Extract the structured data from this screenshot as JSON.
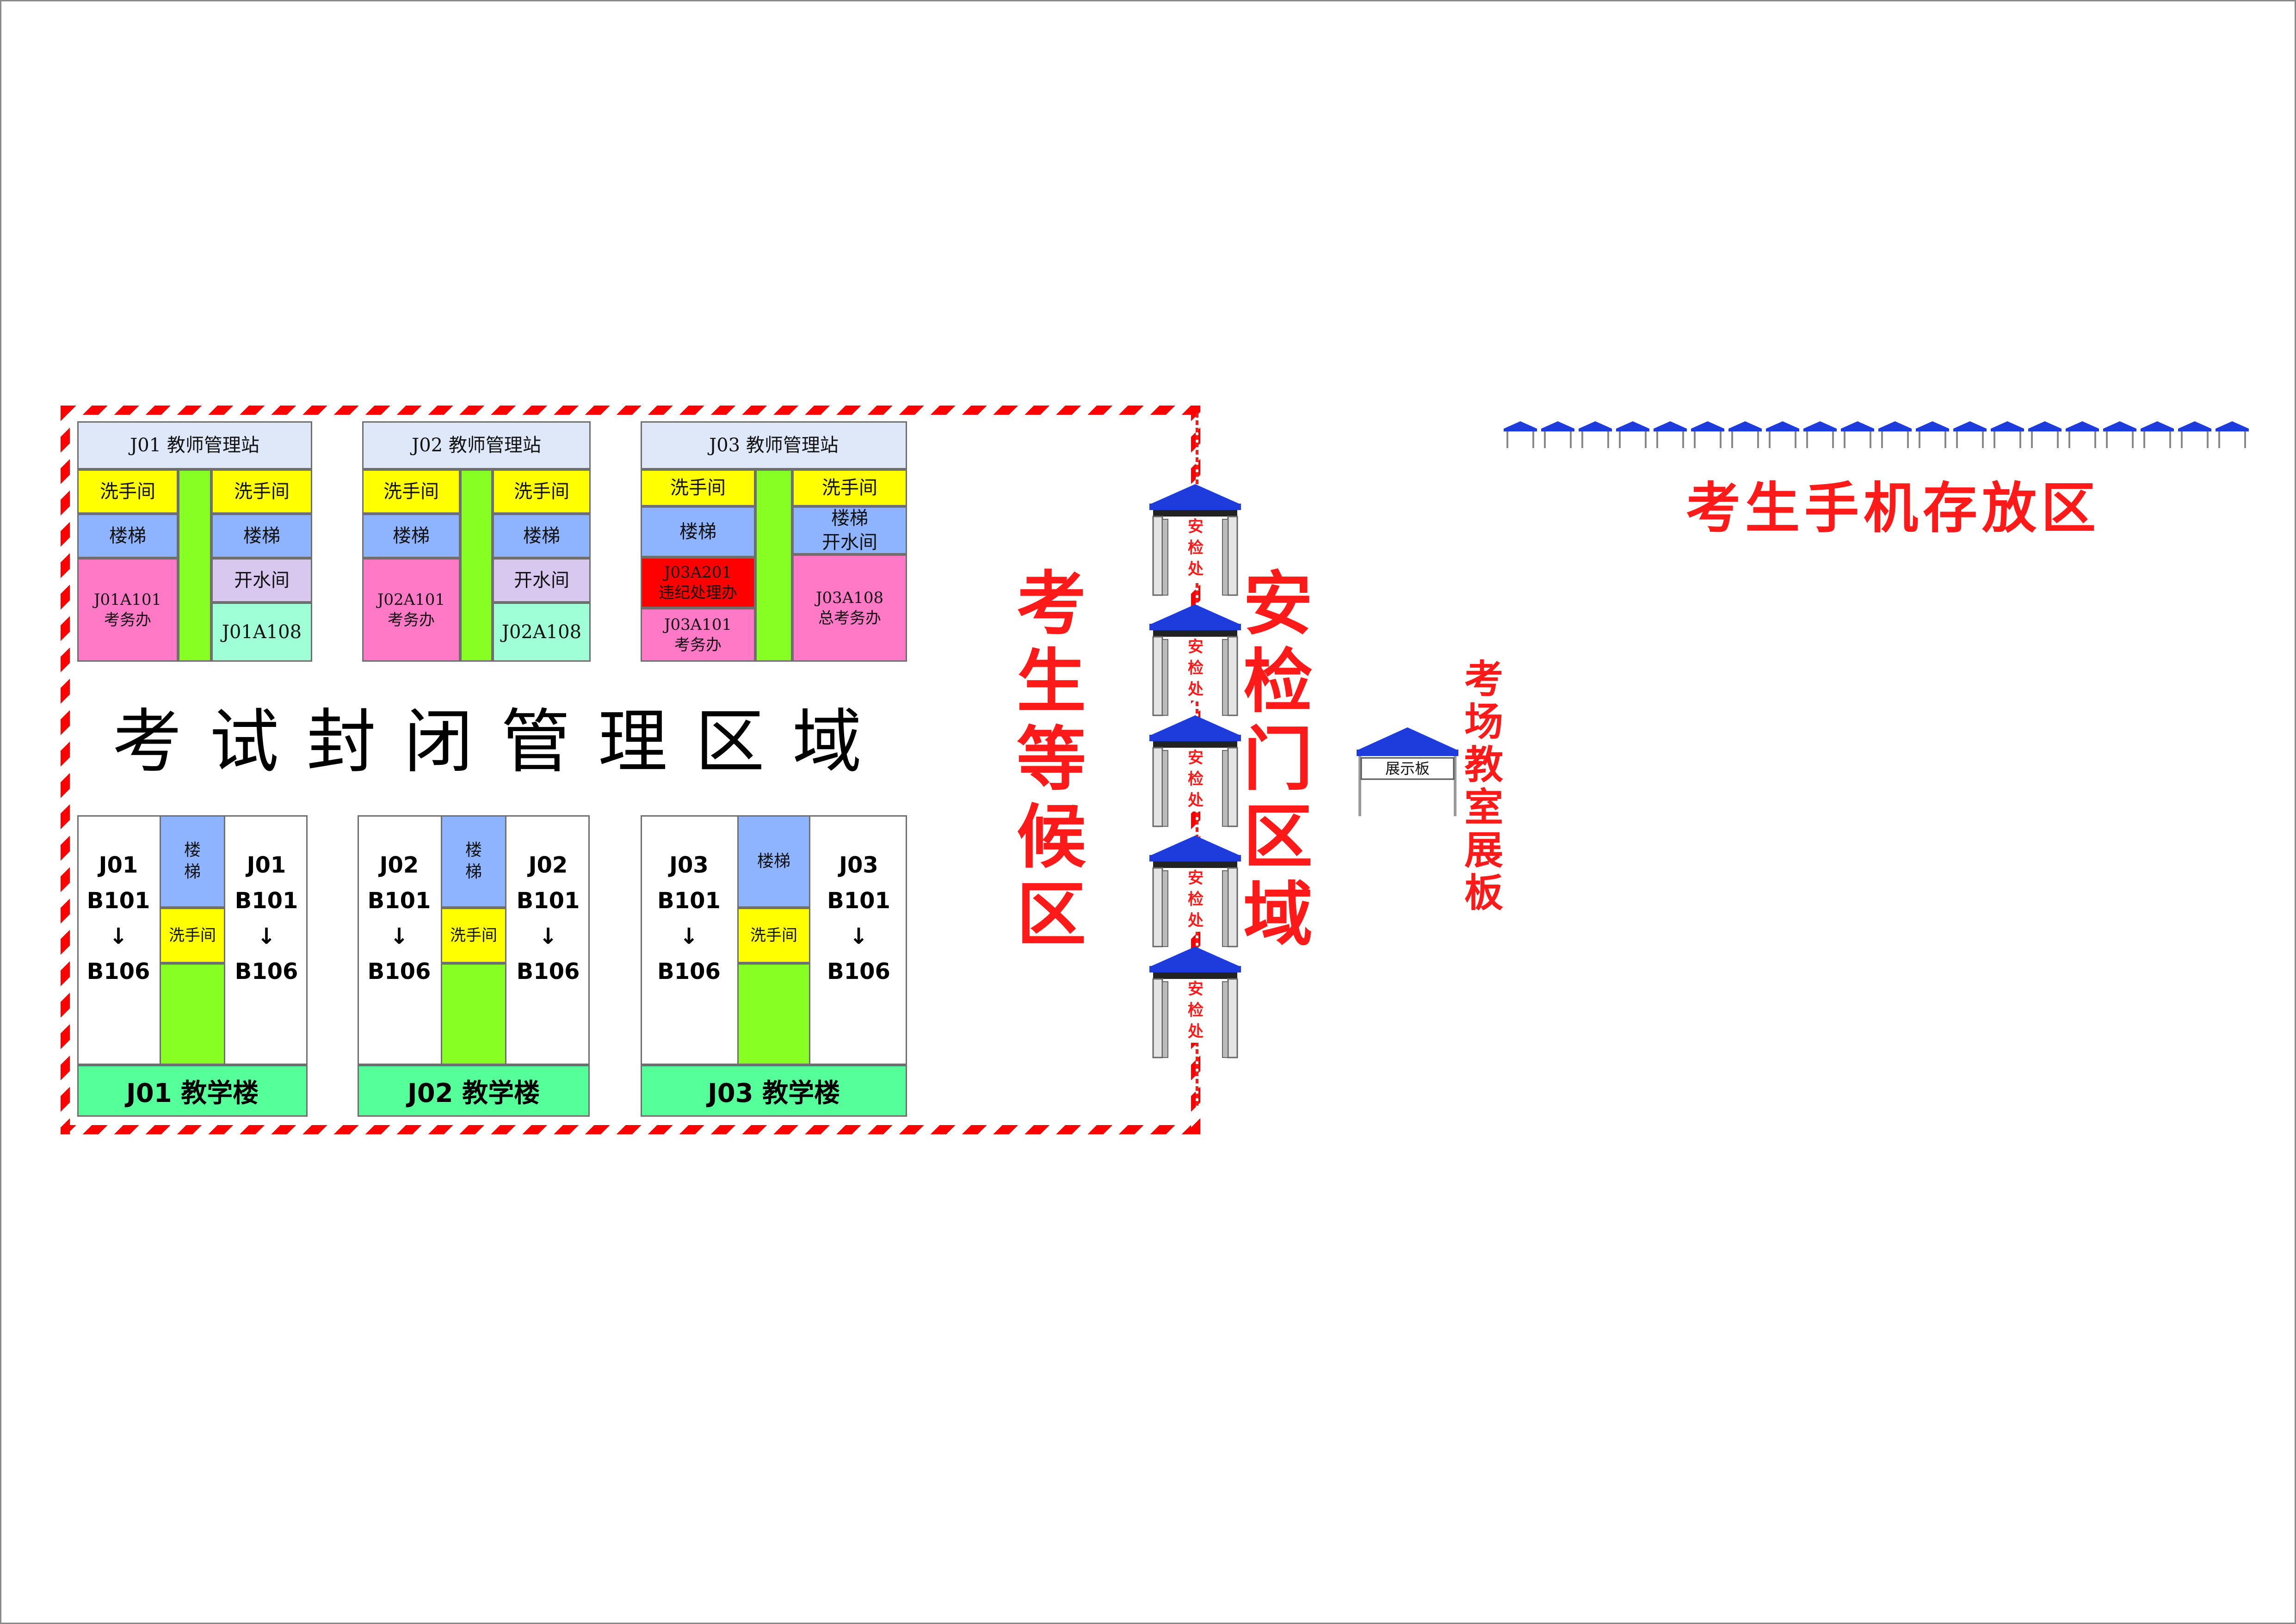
{
  "colors": {
    "accent_red": "#ff1a1a",
    "tent_blue": "#1e3cdc",
    "yellow": "#ffff00",
    "blue": "#8fb4ff",
    "pink": "#ff79c6",
    "lavender": "#d8c8f0",
    "mint": "#9fffd6",
    "green": "#88ff22",
    "bright_red": "#ff0000",
    "building_green": "#55ff99",
    "header_blue": "#dfe8f8"
  },
  "main_title": "考试封闭管理区域",
  "waiting_area": "考生等候区",
  "security_area": "安检门区域",
  "security_gate_label": "安检处",
  "display_area": "考场教室展板",
  "display_board_label": "展示板",
  "phone_area": "考生手机存放区",
  "stations": [
    {
      "header": "J01 教师管理站",
      "left": [
        {
          "text": "洗手间",
          "color": "yellow"
        },
        {
          "text": "楼梯",
          "color": "blue"
        },
        {
          "text": "J01A101\n考务办",
          "color": "pink"
        }
      ],
      "right": [
        {
          "text": "洗手间",
          "color": "yellow"
        },
        {
          "text": "楼梯",
          "color": "blue"
        },
        {
          "text": "开水间",
          "color": "lavender"
        },
        {
          "text": "J01A108",
          "color": "mint"
        }
      ]
    },
    {
      "header": "J02 教师管理站",
      "left": [
        {
          "text": "洗手间",
          "color": "yellow"
        },
        {
          "text": "楼梯",
          "color": "blue"
        },
        {
          "text": "J02A101\n考务办",
          "color": "pink"
        }
      ],
      "right": [
        {
          "text": "洗手间",
          "color": "yellow"
        },
        {
          "text": "楼梯",
          "color": "blue"
        },
        {
          "text": "开水间",
          "color": "lavender"
        },
        {
          "text": "J02A108",
          "color": "mint"
        }
      ]
    },
    {
      "header": "J03 教师管理站",
      "left": [
        {
          "text": "洗手间",
          "color": "yellow"
        },
        {
          "text": "楼梯",
          "color": "blue"
        },
        {
          "text": "J03A201\n违纪处理办",
          "color": "bright_red"
        },
        {
          "text": "J03A101\n考务办",
          "color": "pink"
        }
      ],
      "right": [
        {
          "text": "洗手间",
          "color": "yellow"
        },
        {
          "text": "楼梯\n开水间",
          "color": "blue"
        },
        {
          "text": "J03A108\n总考务办",
          "color": "pink"
        }
      ]
    }
  ],
  "buildings": [
    {
      "name": "J01 教学楼",
      "left_rooms": {
        "top": "J01",
        "mid": "B101",
        "arrow": "↓",
        "bottom": "B106"
      },
      "right_rooms": {
        "top": "J01",
        "mid": "B101",
        "arrow": "↓",
        "bottom": "B106"
      },
      "stairs": "楼\n梯",
      "washroom": "洗手间"
    },
    {
      "name": "J02 教学楼",
      "left_rooms": {
        "top": "J02",
        "mid": "B101",
        "arrow": "↓",
        "bottom": "B106"
      },
      "right_rooms": {
        "top": "J02",
        "mid": "B101",
        "arrow": "↓",
        "bottom": "B106"
      },
      "stairs": "楼\n梯",
      "washroom": "洗手间"
    },
    {
      "name": "J03 教学楼",
      "left_rooms": {
        "top": "J03",
        "mid": "B101",
        "arrow": "↓",
        "bottom": "B106"
      },
      "right_rooms": {
        "top": "J03",
        "mid": "B101",
        "arrow": "↓",
        "bottom": "B106"
      },
      "stairs": "楼梯",
      "washroom": "洗手间"
    }
  ]
}
